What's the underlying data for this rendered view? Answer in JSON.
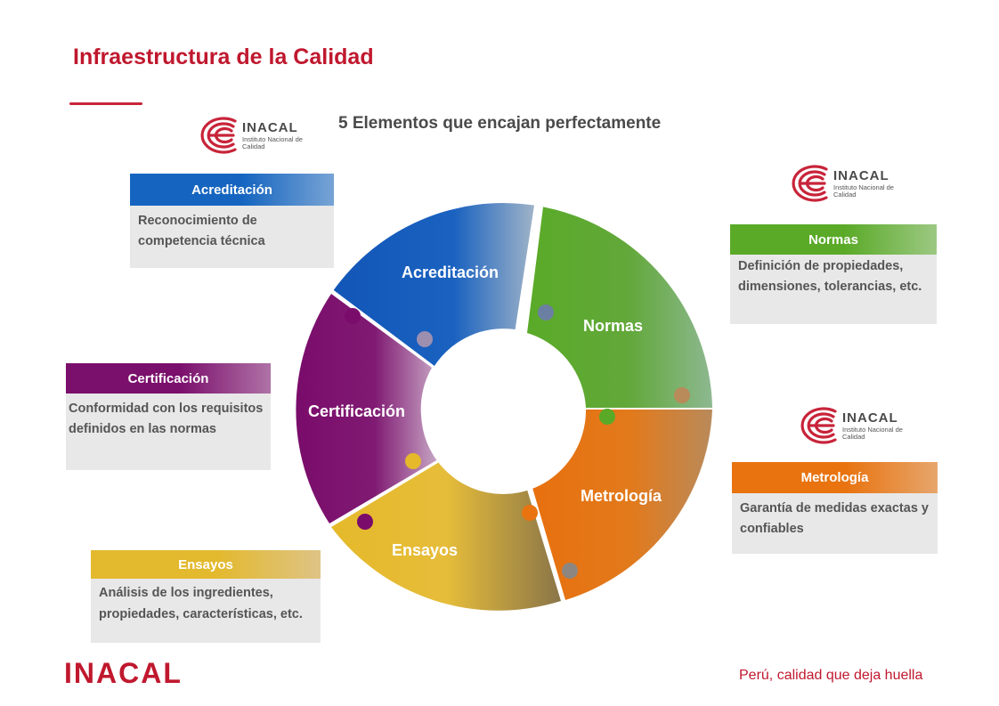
{
  "header": {
    "title": "Infraestructura de la Calidad",
    "subtitle": "5 Elementos que encajan perfectamente"
  },
  "logo": {
    "name": "INACAL",
    "tagline": "Instituto Nacional de Calidad",
    "icon": "inacal-swirl-icon",
    "color": "#c8243a"
  },
  "cards": {
    "acreditacion": {
      "title": "Acreditación",
      "text": "Reconocimiento de competencia técnica",
      "color": "#1565c0"
    },
    "normas": {
      "title": "Normas",
      "text": "Definición de propiedades, dimensiones, tolerancias, etc.",
      "color": "#5aaa28"
    },
    "certificacion": {
      "title": "Certificación",
      "text": "Conformidad con los requisitos definidos en las normas",
      "color": "#7b0f6c"
    },
    "metrologia": {
      "title": "Metrología",
      "text": "Garantía de medidas exactas y confiables",
      "color": "#e8730f"
    },
    "ensayos": {
      "title": "Ensayos",
      "text": "Análisis de los ingredientes, propiedades, características, etc.",
      "color": "#e3b92e"
    }
  },
  "wheel": {
    "acreditacion": "Acreditación",
    "normas": "Normas",
    "certificacion": "Certificación",
    "metrologia": "Metrología",
    "ensayos": "Ensayos"
  },
  "footer": {
    "brand": "INACAL",
    "slogan": "Perú, calidad que deja huella"
  }
}
